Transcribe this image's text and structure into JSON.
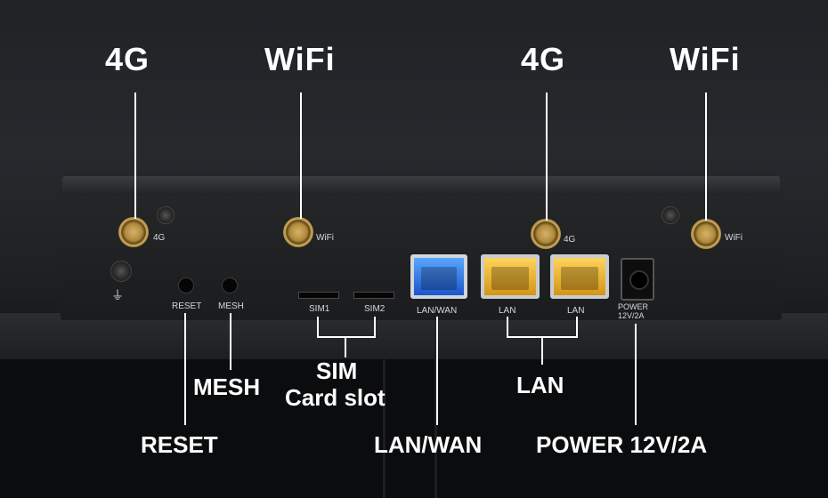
{
  "labels": {
    "antenna_4g_left": "4G",
    "antenna_wifi_left": "WiFi",
    "antenna_4g_right": "4G",
    "antenna_wifi_right": "WiFi",
    "mesh": "MESH",
    "reset": "RESET",
    "sim_line1": "SIM",
    "sim_line2": "Card slot",
    "lan": "LAN",
    "lan_wan": "LAN/WAN",
    "power": "POWER 12V/2A"
  },
  "silkscreen": {
    "ant1": "4G",
    "ant2": "WiFi",
    "ant3": "4G",
    "ant4": "WiFi",
    "reset": "RESET",
    "mesh": "MESH",
    "sim1": "SIM1",
    "sim2": "SIM2",
    "lanwan": "LAN/WAN",
    "lan1": "LAN",
    "lan2": "LAN",
    "power1": "POWER",
    "power2": "12V/2A",
    "ground": "⏚"
  },
  "colors": {
    "callout_text": "#ffffff",
    "wan_port": "#2f6fe0",
    "lan_port": "#f0b62b"
  }
}
